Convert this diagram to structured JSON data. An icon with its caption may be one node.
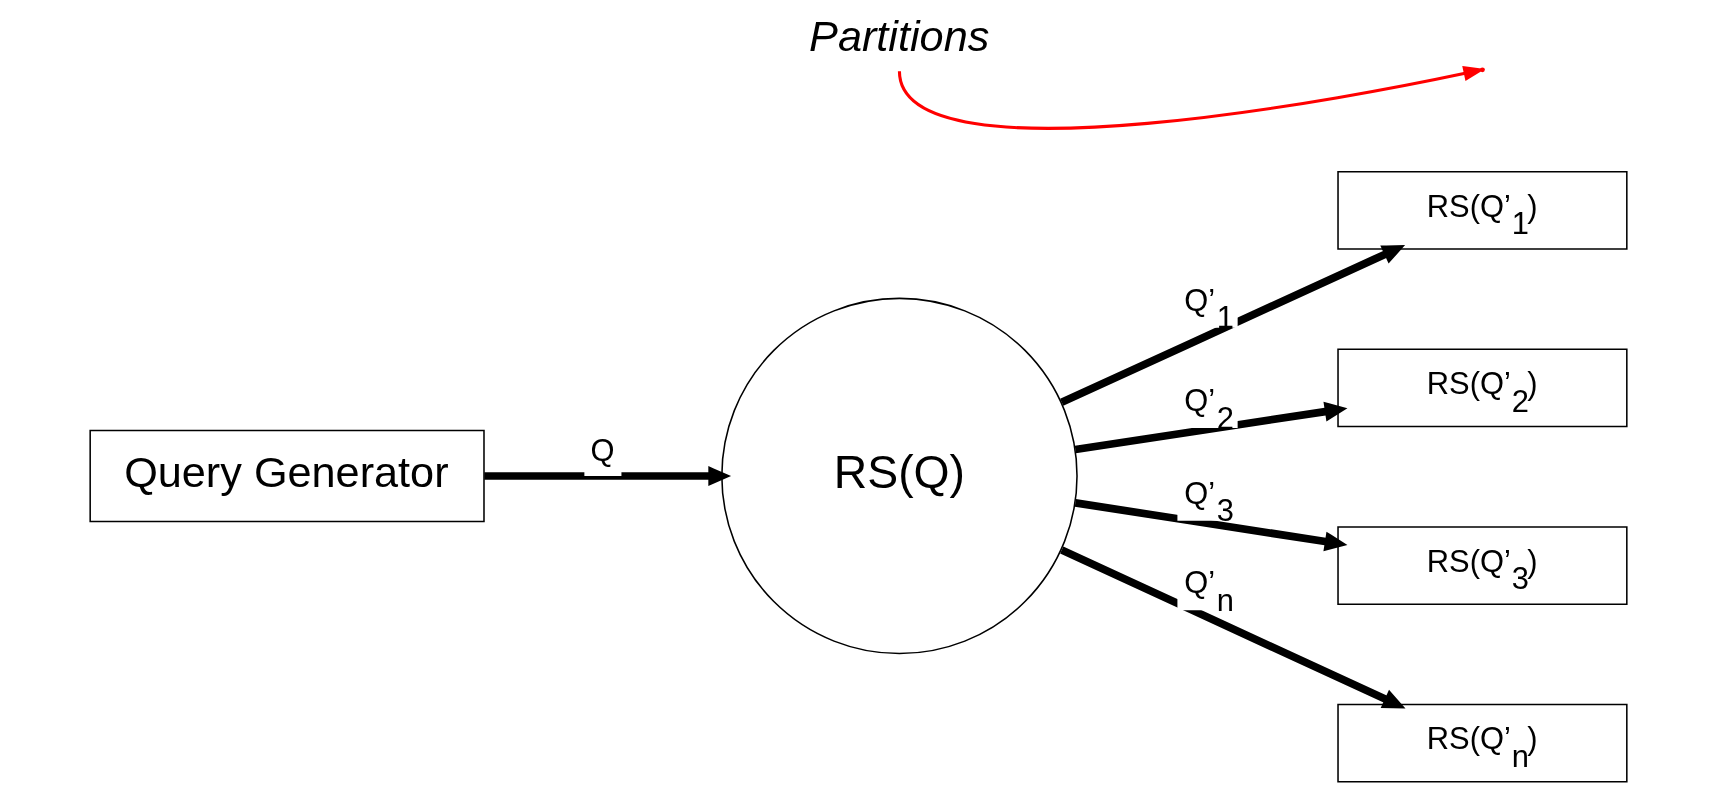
{
  "diagram": {
    "nodes": [
      {
        "text": [
          "Query Generator"
        ]
      },
      {
        "text": [
          "RS(Q)"
        ]
      },
      {
        "text": [
          "RS(Q’$_{1}$)"
        ]
      },
      {
        "text": [
          "RS(Q’$_{2}$)"
        ]
      },
      {
        "text": [
          "RS(Q’$_{3}$)"
        ]
      },
      {
        "text": [
          "RS(Q’$_{n}$)"
        ]
      },
      {
        "text": [
          "Partitions"
        ]
      }
    ],
    "edges": [
      {
        "from": 0,
        "to": 1,
        "arrow": "to",
        "label": "Q"
      },
      {
        "from": 1,
        "to": 2,
        "arrow": "to",
        "label": "Q’$_{1}$"
      },
      {
        "from": 1,
        "to": 3,
        "arrow": "to",
        "label": "Q’$_{2}$"
      },
      {
        "from": 1,
        "to": 4,
        "arrow": "to",
        "label": "Q’$_{3}$"
      },
      {
        "from": 1,
        "to": 5,
        "arrow": "to",
        "label": "Q’$_{n}$"
      },
      {
        "from": 6,
        "to": null,
        "arrow": "to",
        "color": "#ff0000"
      }
    ]
  }
}
